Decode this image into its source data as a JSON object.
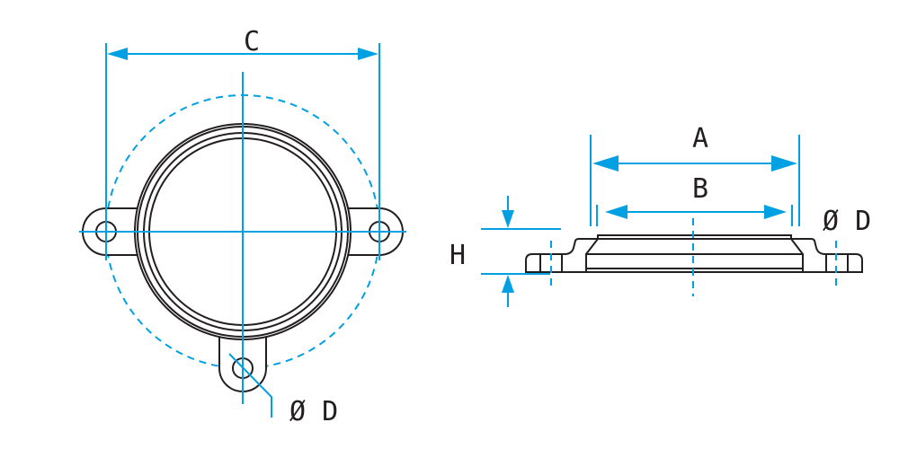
{
  "colors": {
    "dimension": "#00a0e3",
    "outline": "#231f20"
  },
  "top_view": {
    "dim_c_label": "C",
    "hole_label": "Ø D"
  },
  "side_view": {
    "dim_a_label": "A",
    "dim_b_label": "B",
    "dim_h_label": "H",
    "hole_label": "Ø D"
  }
}
